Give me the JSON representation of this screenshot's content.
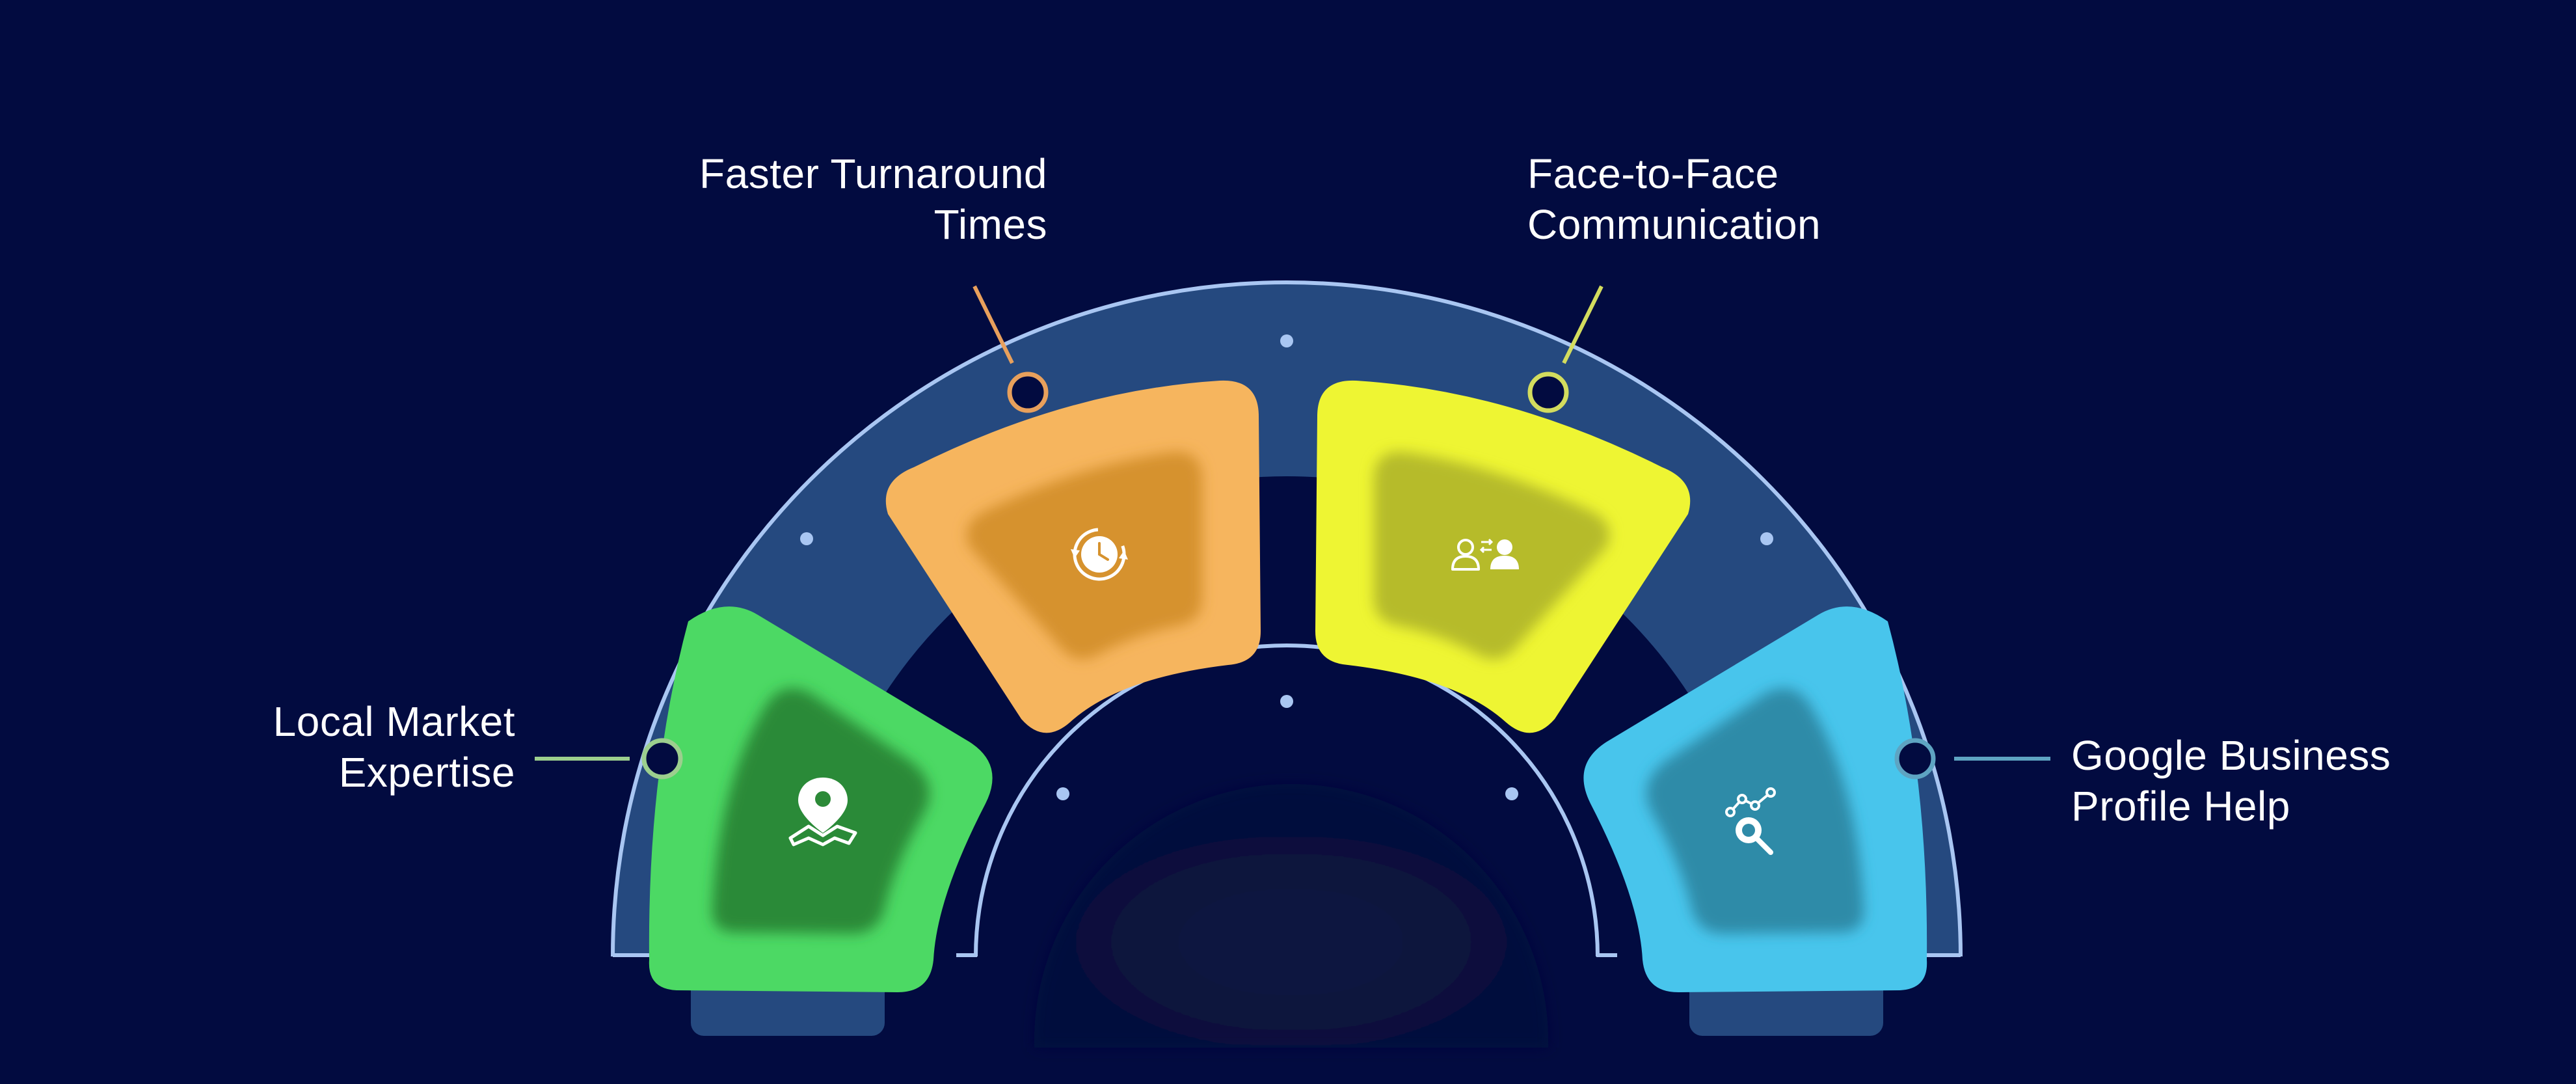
{
  "colors": {
    "background": "#020b40",
    "arc_line": "#a9c6f2",
    "track": "#25497f",
    "green": "#4cd964",
    "green_inner": "#2c8a38",
    "orange": "#f6b55e",
    "orange_inner": "#d6922e",
    "yellow": "#eef533",
    "yellow_inner": "#b6bb2c",
    "blue": "#48c5ec",
    "blue_inner": "#2f8ba8"
  },
  "items": [
    {
      "key": "local",
      "line1": "Local Market",
      "line2": "Expertise",
      "icon": "map-pin-icon",
      "color": "#4cd964"
    },
    {
      "key": "faster",
      "line1": "Faster Turnaround",
      "line2": "Times",
      "icon": "clock-refresh-icon",
      "color": "#f6b55e"
    },
    {
      "key": "face",
      "line1": "Face-to-Face",
      "line2": "Communication",
      "icon": "people-exchange-icon",
      "color": "#eef533"
    },
    {
      "key": "google",
      "line1": "Google Business",
      "line2": "Profile Help",
      "icon": "search-analytics-icon",
      "color": "#48c5ec"
    }
  ]
}
